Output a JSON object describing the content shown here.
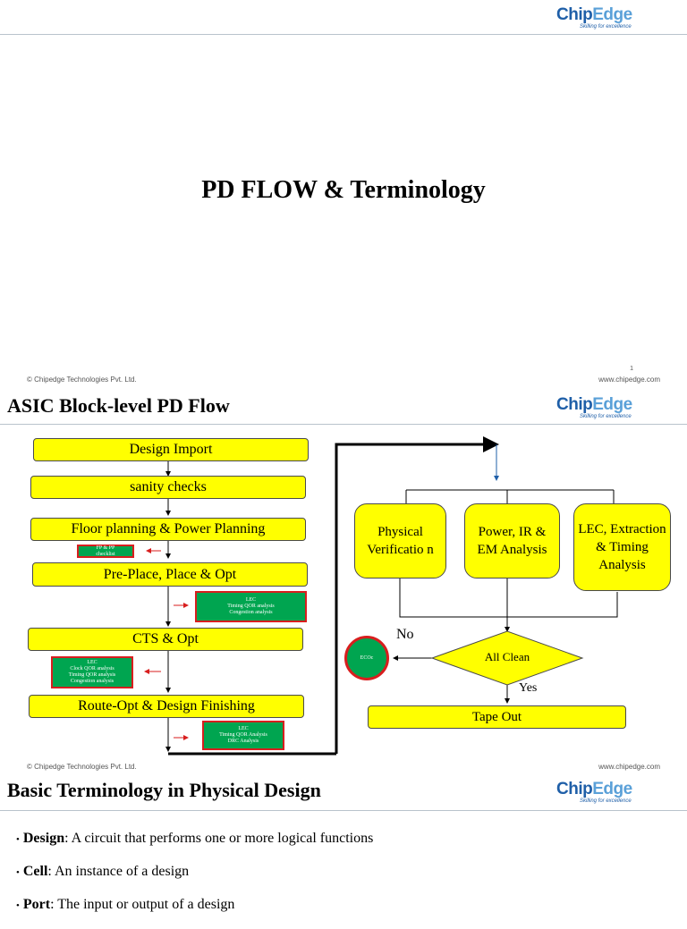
{
  "brand": {
    "name_a": "Chip",
    "name_b": "Edge",
    "tagline": "Skilling for excellence"
  },
  "footer": {
    "copyright": "© Chipedge Technologies Pvt. Ltd.",
    "website": "www.chipedge.com",
    "page_number": "1"
  },
  "slide1": {
    "title": "PD FLOW & Terminology"
  },
  "slide2": {
    "title": "ASIC Block-level PD Flow",
    "left_flow": [
      "Design Import",
      "sanity checks",
      "Floor planning & Power Planning",
      "Pre-Place, Place & Opt",
      "CTS & Opt",
      "Route-Opt & Design Finishing"
    ],
    "notes": {
      "fp_pp": [
        "FP & PP",
        "checklist"
      ],
      "place": [
        "LEC",
        "Timing QOR analysis",
        "Congestion analysis"
      ],
      "cts": [
        "LEC",
        "Clock QOR analysis",
        "Timing QOR analysis",
        "Congestion analysis"
      ],
      "route": [
        "LEC",
        "Timing QOR Analysis",
        "DRC Analysis"
      ]
    },
    "signoff": [
      "Physical Verificatio n",
      "Power, IR & EM Analysis",
      "LEC, Extraction & Timing Analysis"
    ],
    "decision": "All Clean",
    "no_label": "No",
    "yes_label": "Yes",
    "ecoc": "ECOc",
    "tapeout": "Tape Out"
  },
  "slide3": {
    "title": "Basic Terminology in Physical Design",
    "terms": [
      {
        "term": "Design",
        "definition": ": A circuit that performs one or more logical functions"
      },
      {
        "term": "Cell",
        "definition": ": An instance of a design"
      },
      {
        "term": "Port",
        "definition": ": The input or output of a design"
      }
    ]
  },
  "colors": {
    "box_fill": "#ffff00",
    "note_fill": "#00a550",
    "note_border": "#d81e1e",
    "brand_blue": "#1f5fa8"
  }
}
